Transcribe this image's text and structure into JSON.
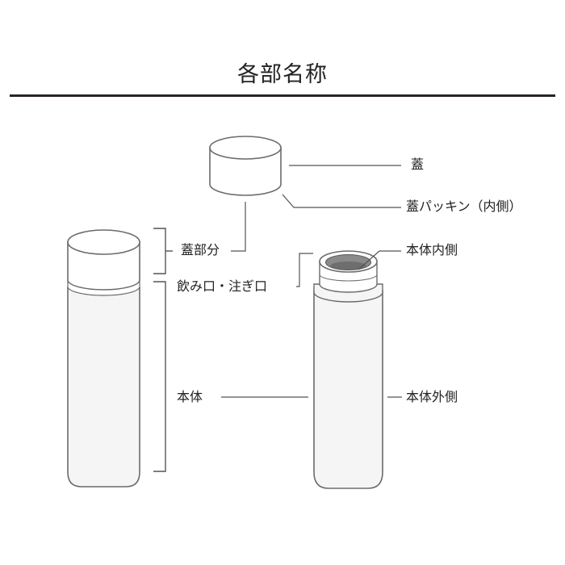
{
  "title": "各部名称",
  "labels": {
    "lid": "蓋",
    "lid_packing": "蓋パッキン（内側）",
    "lid_part": "蓋部分",
    "mouth": "飲み口・注ぎ口",
    "body": "本体",
    "body_inner": "本体内側",
    "body_outer": "本体外側"
  },
  "colors": {
    "outline": "#6b6b6b",
    "body_fill": "#f5f5f5",
    "lid_fill": "#ffffff",
    "rule": "#2a2421",
    "leader": "#555555"
  }
}
